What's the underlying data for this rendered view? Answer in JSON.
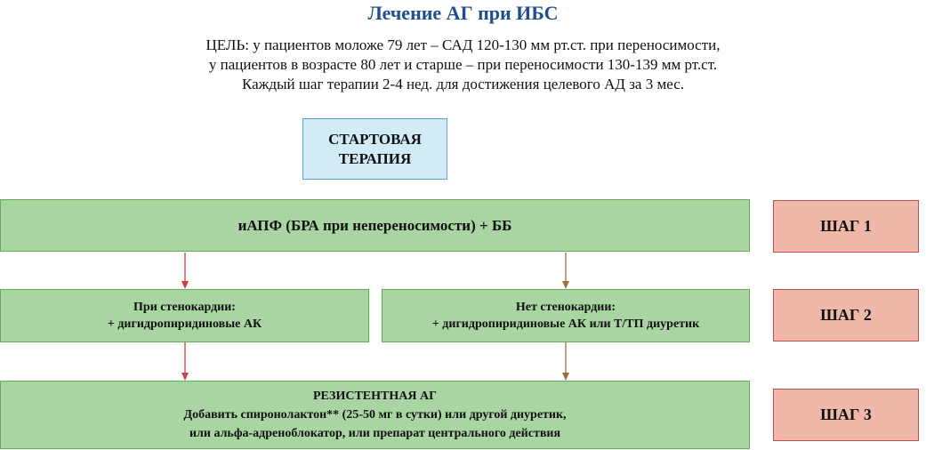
{
  "title": "Лечение АГ при ИБС",
  "goal_lines": [
    "ЦЕЛЬ: у пациентов моложе 79 лет – САД 120-130 мм рт.ст. при переносимости,",
    "у пациентов в возрасте 80 лет и старше – при переносимости 130-139 мм рт.ст.",
    "Каждый шаг терапии 2-4 нед. для достижения целевого АД за 3 мес."
  ],
  "start_box": [
    "СТАРТОВАЯ",
    "ТЕРАПИЯ"
  ],
  "step1_box": "иАПФ (БРА при непереносимости) + ББ",
  "step2_left": [
    "При стенокардии:",
    "+ дигидропиридиновые АК"
  ],
  "step2_right": [
    "Нет стенокардии:",
    "+ дигидропиридиновые АК или Т/ТП диуретик"
  ],
  "step3_box": [
    "РЕЗИСТЕНТНАЯ АГ",
    "Добавить спиронолактон** (25-50 мг в сутки) или другой диуретик,",
    "или альфа-адреноблокатор, или препарат центрального действия"
  ],
  "step_labels": [
    "ШАГ 1",
    "ШАГ 2",
    "ШАГ 3"
  ],
  "colors": {
    "title": "#1f4e8c",
    "green_fill": "#a8d5a2",
    "blue_fill": "#d1ecf7",
    "red_fill": "#f0b8a8",
    "arrow_left": "#d04040",
    "arrow_right": "#a0703a"
  }
}
